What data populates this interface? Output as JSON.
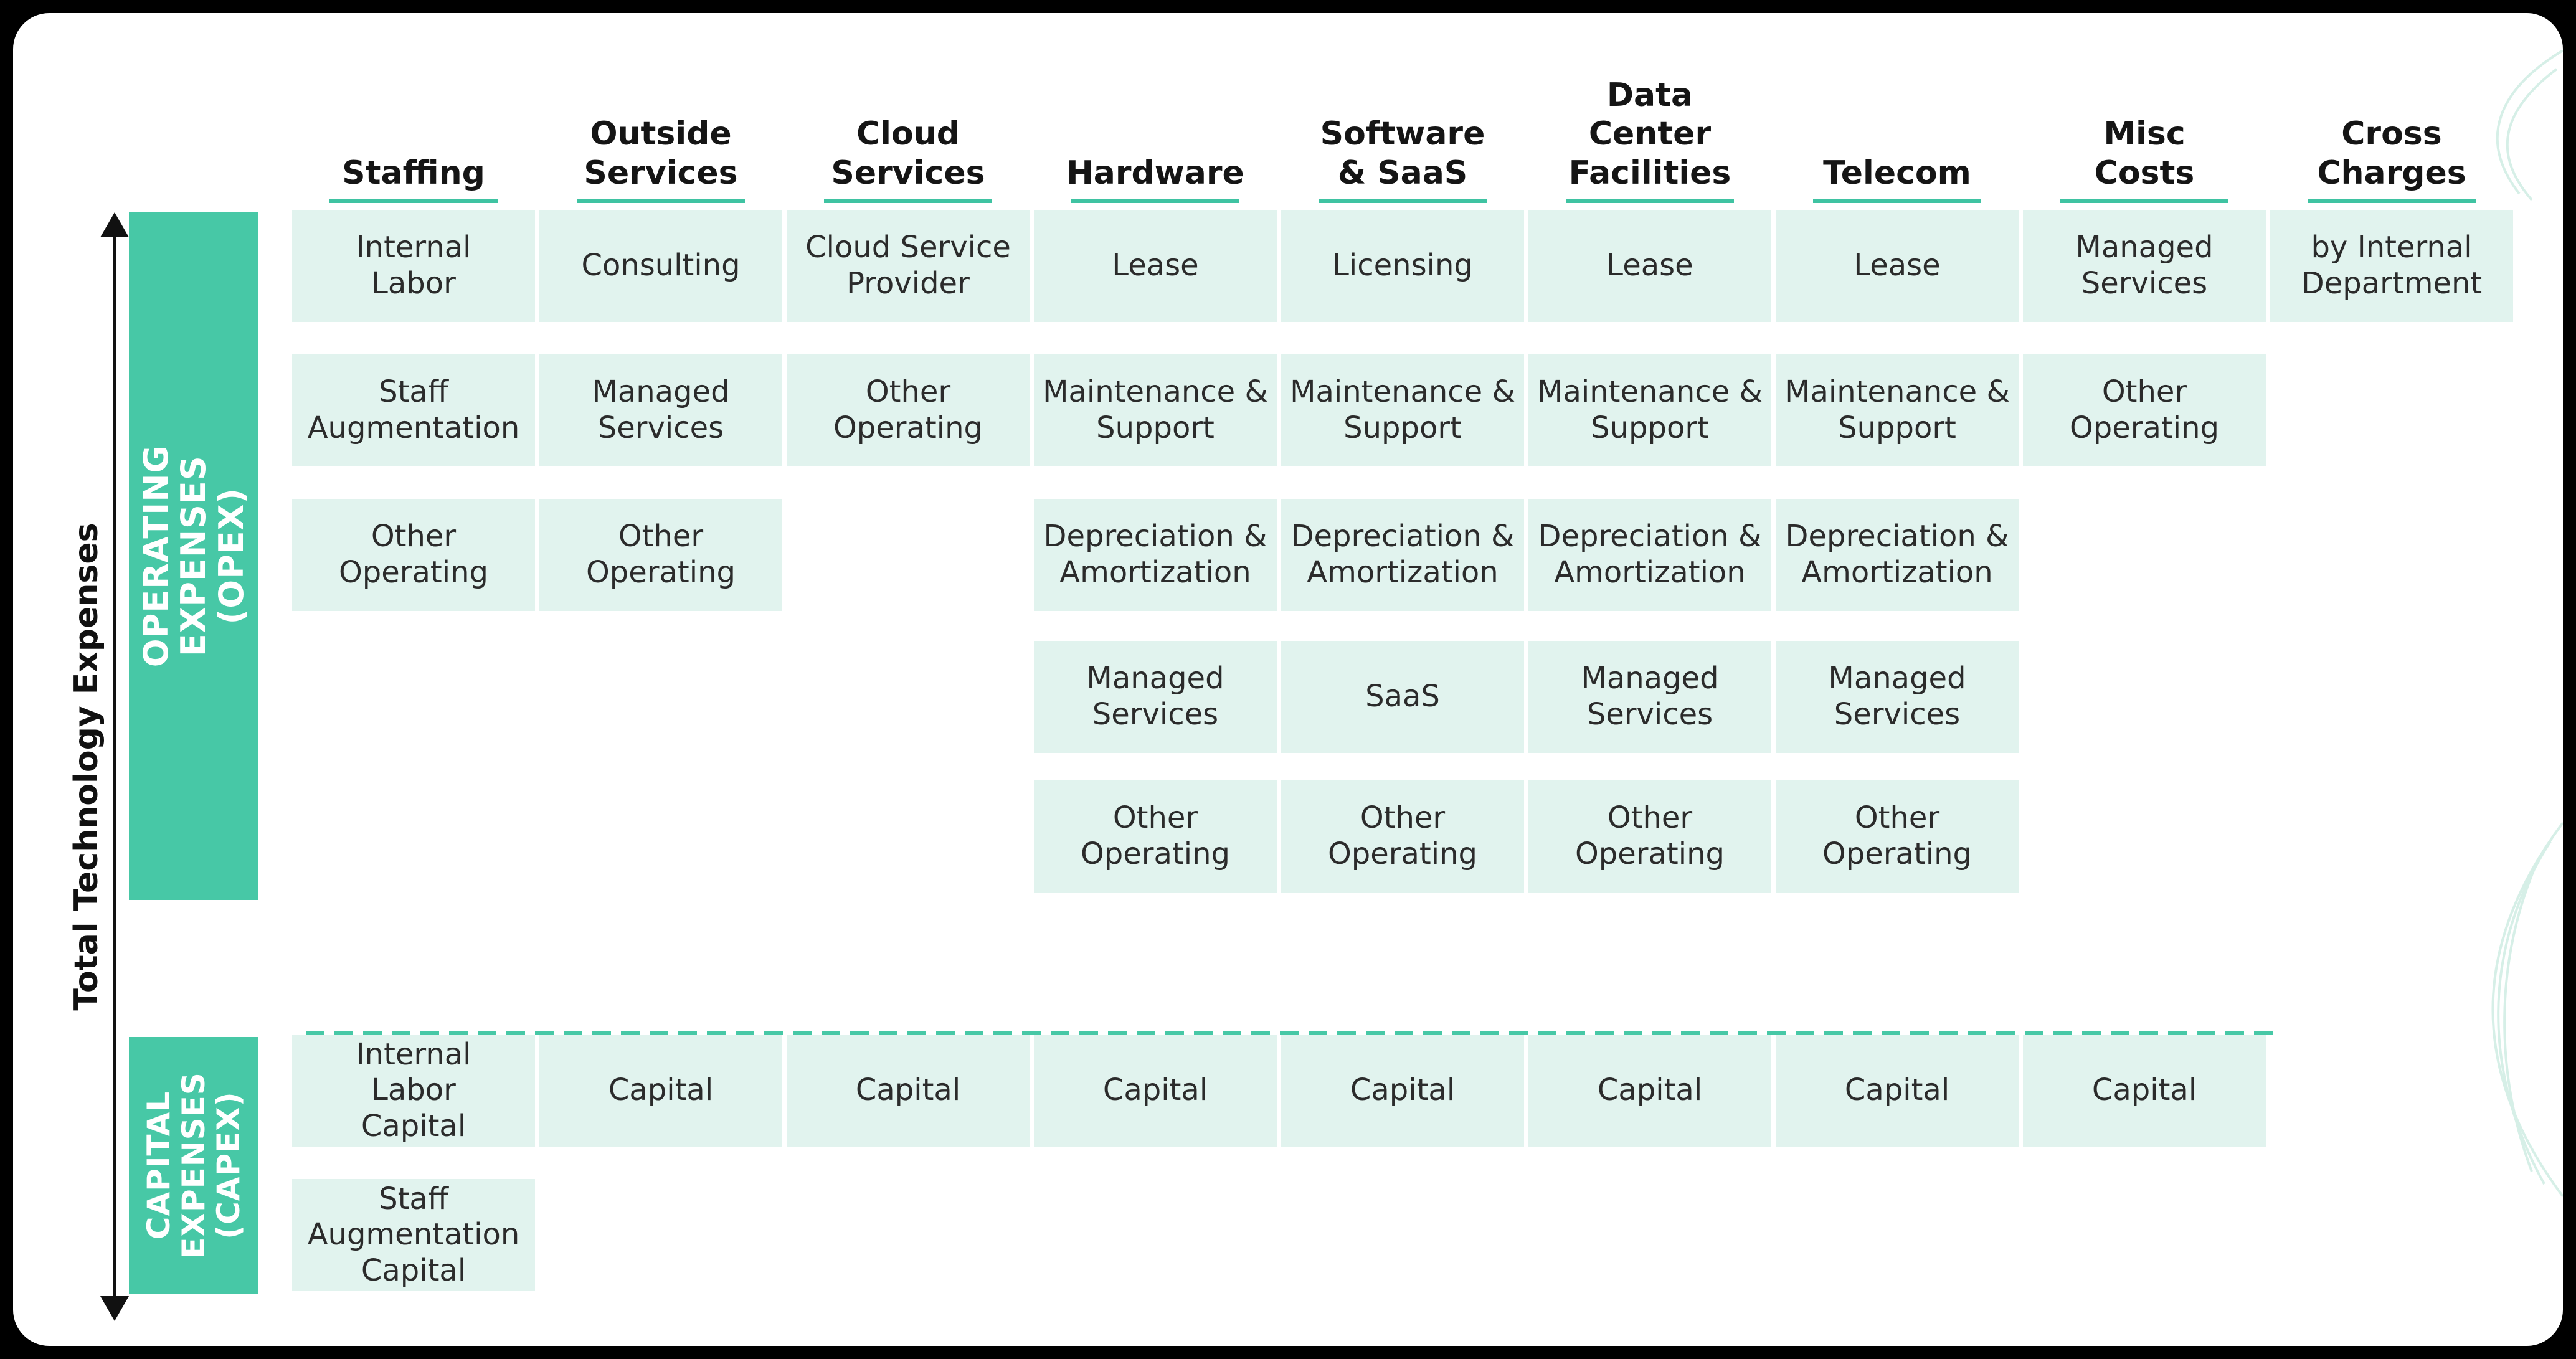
{
  "axis": {
    "label": "Total Technology Expenses"
  },
  "bands": {
    "opex": "OPERATING EXPENSES\n(OPEX)",
    "capex": "CAPITAL\nEXPENSES\n(CAPEX)"
  },
  "colors": {
    "accent": "#47c8a6",
    "cell": "#e1f3ee"
  },
  "columns": [
    {
      "header": "Staffing",
      "opex": [
        "Internal\nLabor",
        "Staff\nAugmentation",
        "Other\nOperating"
      ],
      "capex": [
        "Internal\nLabor\nCapital",
        "Staff\nAugmentation\nCapital"
      ]
    },
    {
      "header": "Outside\nServices",
      "opex": [
        "Consulting",
        "Managed\nServices",
        "Other\nOperating"
      ],
      "capex": [
        "Capital"
      ]
    },
    {
      "header": "Cloud\nServices",
      "opex": [
        "Cloud Service\nProvider",
        "Other\nOperating"
      ],
      "capex": [
        "Capital"
      ]
    },
    {
      "header": "Hardware",
      "opex": [
        "Lease",
        "Maintenance &\nSupport",
        "Depreciation &\nAmortization",
        "Managed\nServices",
        "Other\nOperating"
      ],
      "capex": [
        "Capital"
      ]
    },
    {
      "header": "Software\n& SaaS",
      "opex": [
        "Licensing",
        "Maintenance &\nSupport",
        "Depreciation &\nAmortization",
        "SaaS",
        "Other\nOperating"
      ],
      "capex": [
        "Capital"
      ]
    },
    {
      "header": "Data\nCenter\nFacilities",
      "opex": [
        "Lease",
        "Maintenance &\nSupport",
        "Depreciation &\nAmortization",
        "Managed\nServices",
        "Other\nOperating"
      ],
      "capex": [
        "Capital"
      ]
    },
    {
      "header": "Telecom",
      "opex": [
        "Lease",
        "Maintenance &\nSupport",
        "Depreciation &\nAmortization",
        "Managed\nServices",
        "Other\nOperating"
      ],
      "capex": [
        "Capital"
      ]
    },
    {
      "header": "Misc\nCosts",
      "opex": [
        "Managed\nServices",
        "Other\nOperating"
      ],
      "capex": [
        "Capital"
      ]
    },
    {
      "header": "Cross\nCharges",
      "opex": [
        "by Internal\nDepartment"
      ],
      "capex": []
    }
  ]
}
